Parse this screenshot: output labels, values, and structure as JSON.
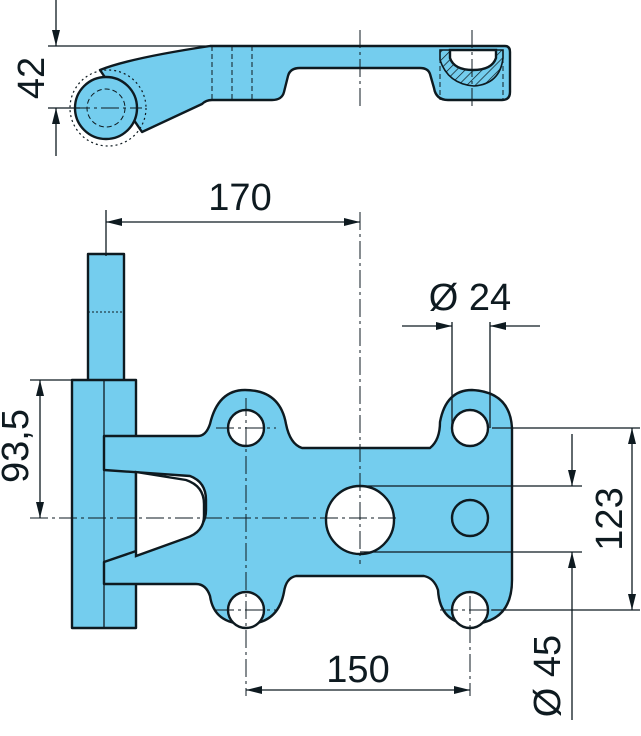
{
  "colors": {
    "part_fill": "#74cdee",
    "outline": "#0e1a20",
    "background": "#ffffff"
  },
  "dimensions": {
    "height_top": "42",
    "pin_offset": "170",
    "small_hole_diameter": "Ø 24",
    "vertical_offset": "93,5",
    "hole_spacing_vertical": "123",
    "hole_spacing_horizontal": "150",
    "center_hole_diameter": "Ø 45"
  }
}
